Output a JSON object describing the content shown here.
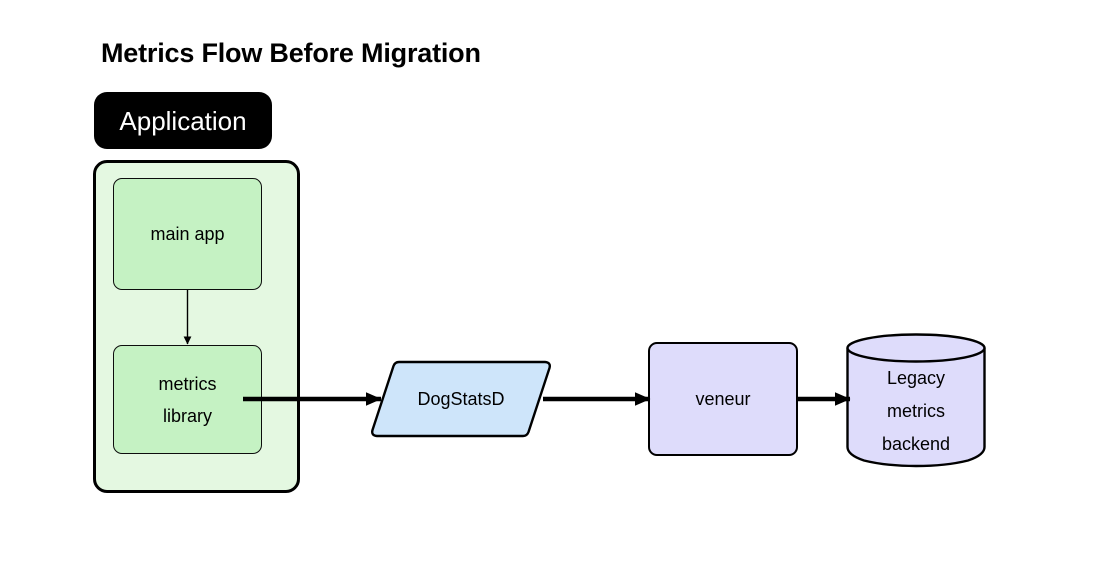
{
  "diagram": {
    "title": "Metrics Flow Before Migration",
    "type": "flow-diagram",
    "background_color": "#ffffff",
    "groups": [
      {
        "id": "application",
        "tag_label": "Application",
        "tag_background": "#000000",
        "tag_text_color": "#ffffff",
        "container_fill": "#e4f8e1",
        "container_border": "#000000"
      }
    ],
    "nodes": [
      {
        "id": "main-app",
        "label": "main app",
        "shape": "rounded-rectangle",
        "fill": "#c5f2c3",
        "border": "#0d0d0d",
        "group": "application"
      },
      {
        "id": "metrics-library",
        "label_line1": "metrics",
        "label_line2": "library",
        "shape": "rounded-rectangle",
        "fill": "#c5f2c3",
        "border": "#0d0d0d",
        "group": "application"
      },
      {
        "id": "dogstatsd",
        "label": "DogStatsD",
        "shape": "parallelogram",
        "fill": "#cee5fa",
        "border": "#000000"
      },
      {
        "id": "veneur",
        "label": "veneur",
        "shape": "rounded-rectangle",
        "fill": "#dedcfb",
        "border": "#000000"
      },
      {
        "id": "legacy-metrics-backend",
        "label_line1": "Legacy",
        "label_line2": "metrics",
        "label_line3": "backend",
        "shape": "cylinder",
        "fill": "#dedcfb",
        "border": "#000000"
      }
    ],
    "edges": [
      {
        "id": "main-app-to-metrics-library",
        "from": "main-app",
        "to": "metrics-library",
        "style": "thin-arrow",
        "direction": "down"
      },
      {
        "id": "metrics-library-to-dogstatsd",
        "from": "metrics-library",
        "to": "dogstatsd",
        "style": "thick-arrow",
        "direction": "right"
      },
      {
        "id": "dogstatsd-to-veneur",
        "from": "dogstatsd",
        "to": "veneur",
        "style": "thick-arrow",
        "direction": "right"
      },
      {
        "id": "veneur-to-legacy-backend",
        "from": "veneur",
        "to": "legacy-metrics-backend",
        "style": "thick-arrow",
        "direction": "right"
      }
    ]
  }
}
